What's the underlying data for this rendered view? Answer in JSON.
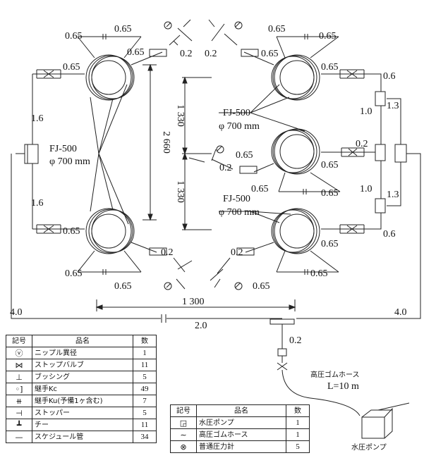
{
  "diagram": {
    "manifold_label": "FJ-500",
    "diameter_label": "φ 700 mm",
    "dims": {
      "d0_65": "0.65",
      "d0_2": "0.2",
      "d0_6": "0.6",
      "d1_0": "1.0",
      "d1_3": "1.3",
      "d1_6": "1.6",
      "d2_0": "2.0",
      "d4_0": "4.0",
      "d1330": "1 330",
      "d2660": "2 660",
      "d1300": "1 300"
    },
    "hose_label": "高圧ゴムホース",
    "hose_length": "L=10 m",
    "pump_label": "水圧ポンプ"
  },
  "legend1": {
    "headers": [
      "記号",
      "品名",
      "数"
    ],
    "rows": [
      {
        "icon": "nipple-icon",
        "name": "ニップル異径",
        "qty": "1"
      },
      {
        "icon": "stop-valve-icon",
        "name": "ストップバルブ",
        "qty": "11"
      },
      {
        "icon": "bushing-icon",
        "name": "ブッシング",
        "qty": "5"
      },
      {
        "icon": "joint-kc-icon",
        "name": "継手Kc",
        "qty": "49"
      },
      {
        "icon": "joint-ku-icon",
        "name": "継手Ku(予備1ヶ含む)",
        "qty": "7"
      },
      {
        "icon": "stopper-icon",
        "name": "ストッパー",
        "qty": "5"
      },
      {
        "icon": "tee-icon",
        "name": "チー",
        "qty": "11"
      },
      {
        "icon": "schedule-pipe-icon",
        "name": "スケジュール管",
        "qty": "34"
      }
    ]
  },
  "legend2": {
    "headers": [
      "記号",
      "品名",
      "数"
    ],
    "rows": [
      {
        "icon": "water-pump-icon",
        "name": "水圧ポンプ",
        "qty": "1"
      },
      {
        "icon": "rubber-hose-icon",
        "name": "高圧ゴムホース",
        "qty": "1"
      },
      {
        "icon": "pressure-gauge-icon",
        "name": "普通圧力計",
        "qty": "5"
      }
    ]
  }
}
